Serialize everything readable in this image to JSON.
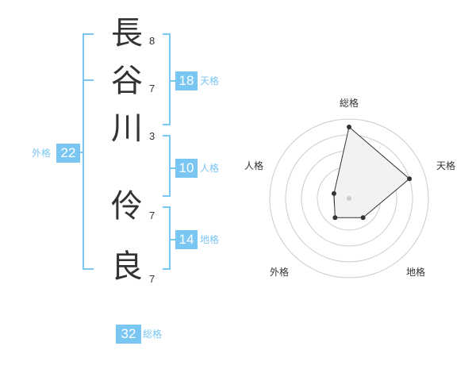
{
  "colors": {
    "accent": "#7ac6f2",
    "accent_text": "#7ac6f2",
    "text": "#333333",
    "grid": "#cccccc",
    "fill": "#f2f2f2"
  },
  "name": {
    "characters": [
      {
        "char": "長",
        "strokes": "8"
      },
      {
        "char": "谷",
        "strokes": "7"
      },
      {
        "char": "川",
        "strokes": "3"
      },
      {
        "char": "伶",
        "strokes": "7"
      },
      {
        "char": "良",
        "strokes": "7"
      }
    ]
  },
  "fortune": {
    "tenkaku": {
      "value": "18",
      "label": "天格"
    },
    "jinkaku": {
      "value": "10",
      "label": "人格"
    },
    "chikaku": {
      "value": "14",
      "label": "地格"
    },
    "gaikaku": {
      "value": "22",
      "label": "外格"
    },
    "soukaku": {
      "value": "32",
      "label": "総格"
    }
  },
  "chart_data": {
    "type": "radar",
    "axes": [
      "総格",
      "天格",
      "地格",
      "外格",
      "人格"
    ],
    "values": [
      4.5,
      4,
      1.5,
      1.5,
      1
    ],
    "rmax": 5,
    "rings": 5,
    "grid": true
  }
}
